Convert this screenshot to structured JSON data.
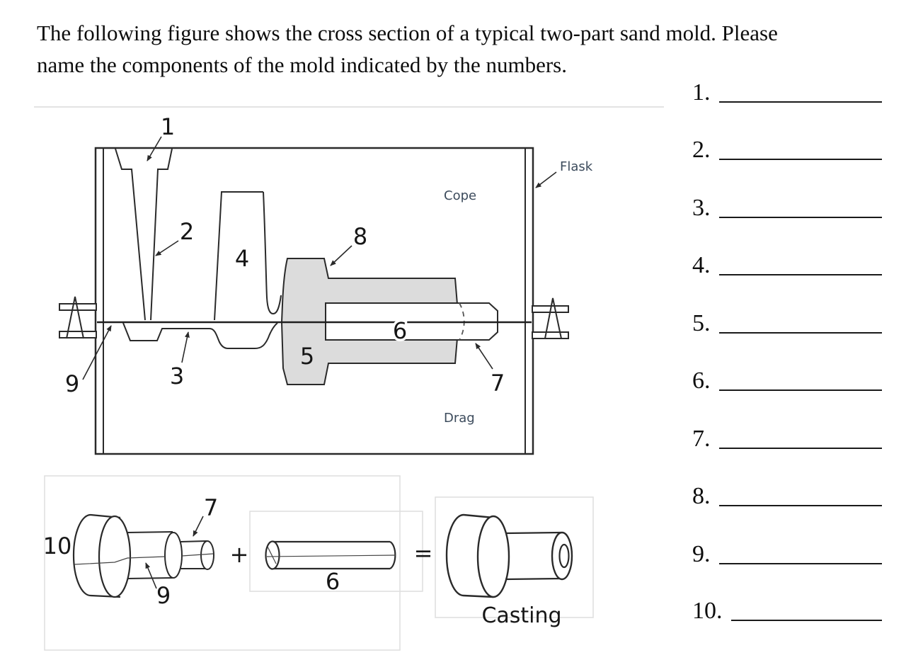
{
  "title": {
    "line1": "The following figure shows the cross section of a typical two-part sand mold. Please",
    "line2": "name the components of the mold indicated by the numbers."
  },
  "diagram": {
    "zone_labels": {
      "flask": "Flask",
      "cope": "Cope",
      "drag": "Drag"
    },
    "callouts": {
      "n1": "1",
      "n2": "2",
      "n3": "3",
      "n4": "4",
      "n5": "5",
      "n6": "6",
      "n7": "7",
      "n8": "8",
      "n9": "9"
    },
    "colors": {
      "line": "#2a2a2a",
      "section_fill": "#dcdcdc",
      "zone_label_color": "#3c4b5c",
      "faint_border": "#e0e0e0"
    }
  },
  "assembly_row": {
    "pattern_labels": {
      "n10": "10",
      "n7": "7",
      "n9": "9"
    },
    "core_label": {
      "n6": "6"
    },
    "plus": "+",
    "equals": "=",
    "casting_caption": "Casting"
  },
  "answers": {
    "items": [
      {
        "label": "1."
      },
      {
        "label": "2."
      },
      {
        "label": "3."
      },
      {
        "label": "4."
      },
      {
        "label": "5."
      },
      {
        "label": "6."
      },
      {
        "label": "7."
      },
      {
        "label": "8."
      },
      {
        "label": "9."
      },
      {
        "label": "10."
      }
    ]
  }
}
